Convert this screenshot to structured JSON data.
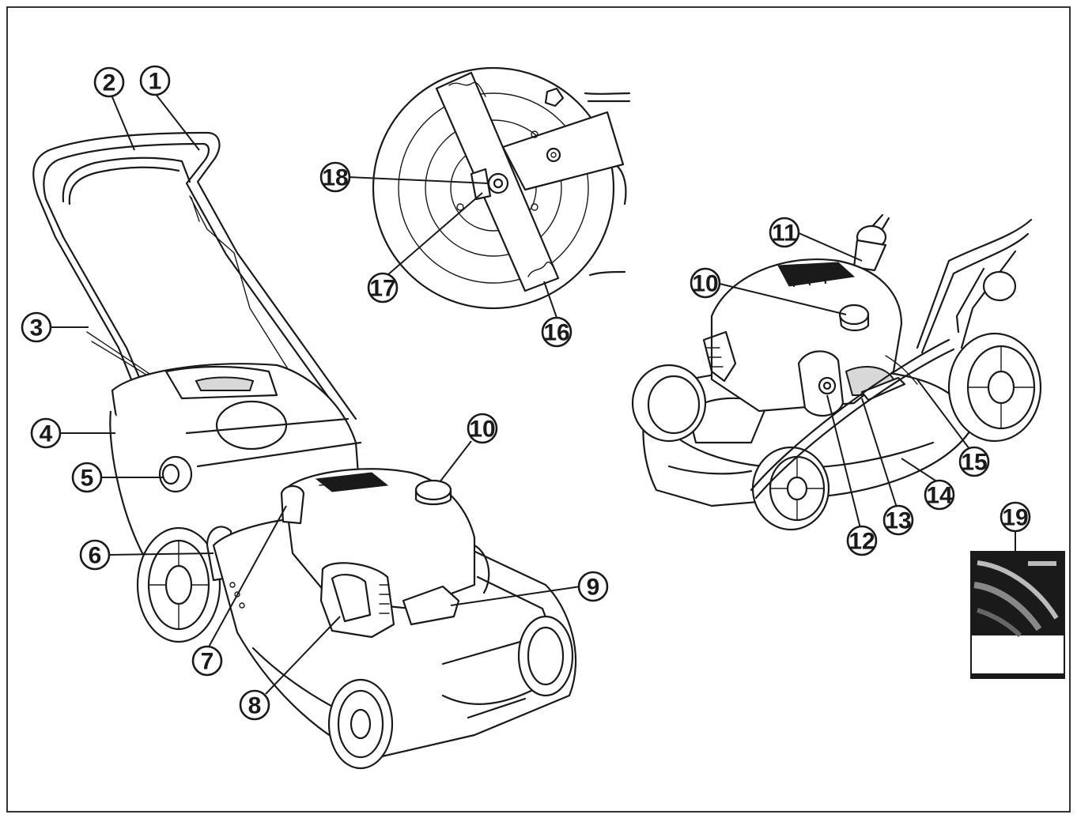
{
  "callouts": [
    {
      "id": "1",
      "label": "1"
    },
    {
      "id": "2",
      "label": "2"
    },
    {
      "id": "3",
      "label": "3"
    },
    {
      "id": "4",
      "label": "4"
    },
    {
      "id": "5",
      "label": "5"
    },
    {
      "id": "6",
      "label": "6"
    },
    {
      "id": "7",
      "label": "7"
    },
    {
      "id": "8",
      "label": "8"
    },
    {
      "id": "9",
      "label": "9"
    },
    {
      "id": "10a",
      "label": "10"
    },
    {
      "id": "10b",
      "label": "10"
    },
    {
      "id": "11",
      "label": "11"
    },
    {
      "id": "12",
      "label": "12"
    },
    {
      "id": "13",
      "label": "13"
    },
    {
      "id": "14",
      "label": "14"
    },
    {
      "id": "15",
      "label": "15"
    },
    {
      "id": "16",
      "label": "16"
    },
    {
      "id": "17",
      "label": "17"
    },
    {
      "id": "18",
      "label": "18"
    },
    {
      "id": "19",
      "label": "19"
    }
  ]
}
